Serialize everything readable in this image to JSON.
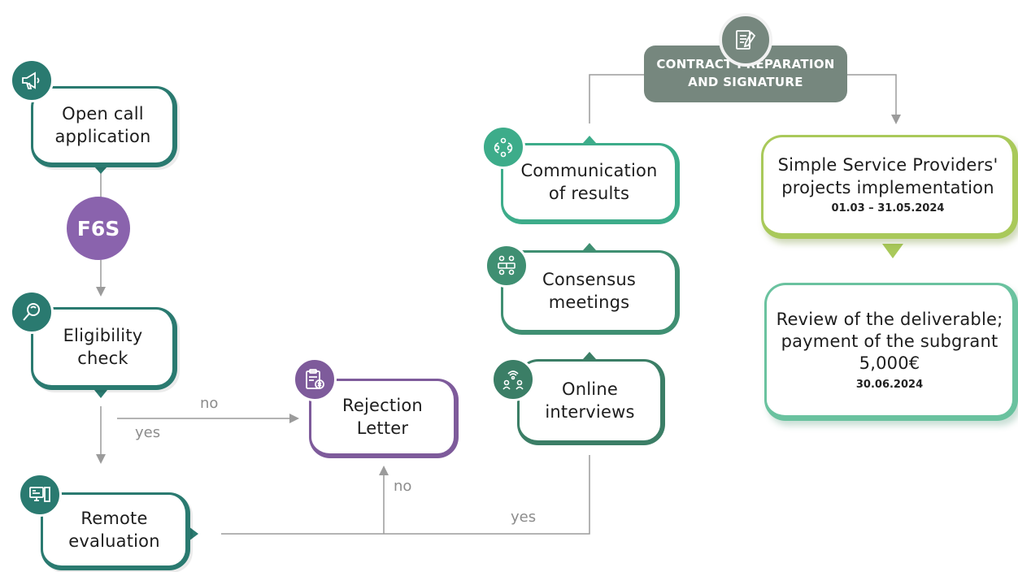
{
  "steps": {
    "open_call": {
      "line1": "Open call",
      "line2": "application"
    },
    "f6s": "F6S",
    "eligibility": {
      "line1": "Eligibility",
      "line2": "check"
    },
    "remote": {
      "line1": "Remote",
      "line2": "evaluation"
    },
    "rejection": {
      "line1": "Rejection",
      "line2": "Letter"
    },
    "interviews": {
      "line1": "Online",
      "line2": "interviews"
    },
    "consensus": {
      "line1": "Consensus",
      "line2": "meetings"
    },
    "communication": {
      "line1": "Communication",
      "line2": "of results"
    },
    "contract": {
      "line1": "CONTRACT PREPARATION",
      "line2": "AND SIGNATURE"
    },
    "implementation": {
      "line1": "Simple Service Providers'",
      "line2": "projects implementation",
      "date": "01.03 – 31.05.2024"
    },
    "review": {
      "line1": "Review of the deliverable;",
      "line2": "payment of the subgrant",
      "line3": "5,000€",
      "date": "30.06.2024"
    }
  },
  "labels": {
    "no_eligibility": "no",
    "yes_eligibility": "yes",
    "no_remote": "no",
    "yes_remote": "yes"
  },
  "icons": {
    "open_call": "megaphone-icon",
    "eligibility": "magnifier-icon",
    "remote": "computer-icon",
    "rejection": "clipboard-reject-icon",
    "interviews": "network-people-icon",
    "consensus": "meeting-icon",
    "communication": "group-cycle-icon",
    "contract": "contract-signing-icon"
  },
  "colors": {
    "teal": "#2a7a70",
    "purple": "#7e5b9b",
    "f6s": "#8a63ad",
    "green_light": "#3dac8a",
    "green_mid": "#3f8f72",
    "green_dark": "#3b7e66",
    "lime": "#a9c95a",
    "mint": "#6ac29f",
    "contract_grey": "#76877e",
    "connector": "#9b9b9b"
  }
}
